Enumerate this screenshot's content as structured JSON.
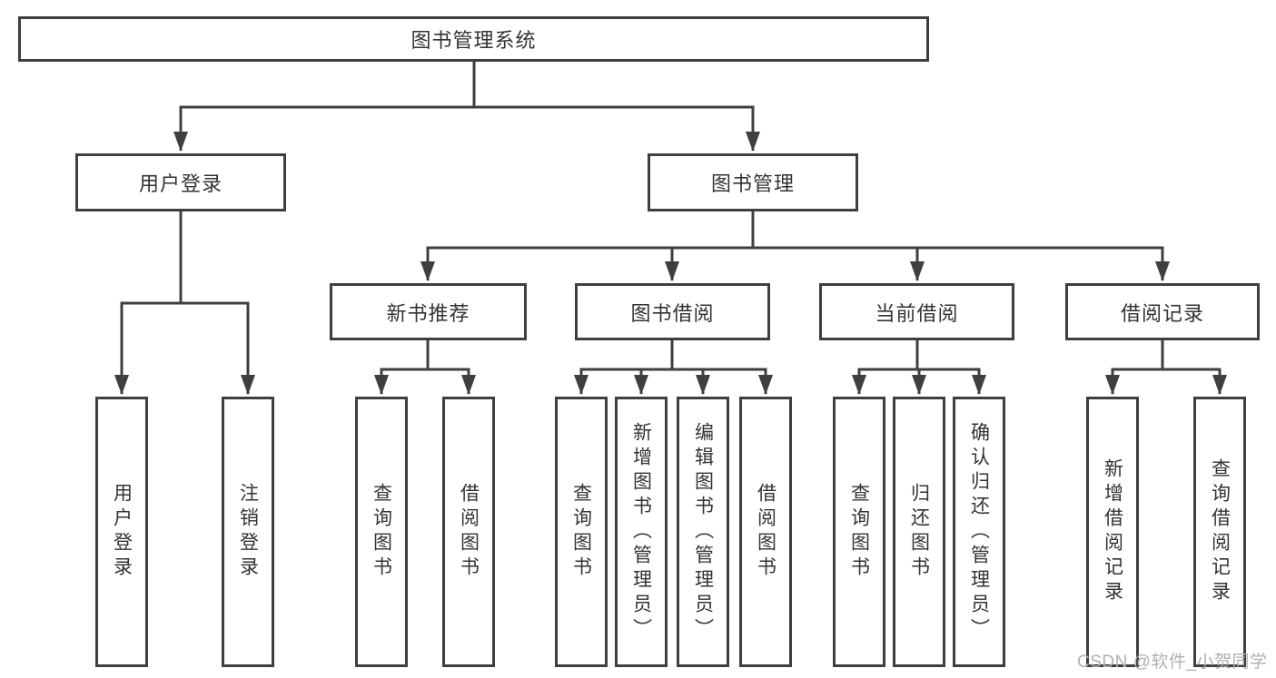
{
  "colors": {
    "line": "#3f3f3f",
    "text": "#333333",
    "watermark": "#b0b0b0",
    "background": "#ffffff"
  },
  "watermark": "CSDN @软件_小贺同学",
  "tree": {
    "root": "图书管理系统",
    "branches": [
      {
        "label": "用户登录",
        "leaves": [
          "用户登录",
          "注销登录"
        ]
      },
      {
        "label": "图书管理",
        "sections": [
          {
            "label": "新书推荐",
            "leaves": [
              "查询图书",
              "借阅图书"
            ]
          },
          {
            "label": "图书借阅",
            "leaves": [
              "查询图书",
              "新增图书（管理员）",
              "编辑图书（管理员）",
              "借阅图书"
            ]
          },
          {
            "label": "当前借阅",
            "leaves": [
              "查询图书",
              "归还图书",
              "确认归还（管理员）"
            ]
          },
          {
            "label": "借阅记录",
            "leaves": [
              "新增借阅记录",
              "查询借阅记录"
            ]
          }
        ]
      }
    ]
  }
}
